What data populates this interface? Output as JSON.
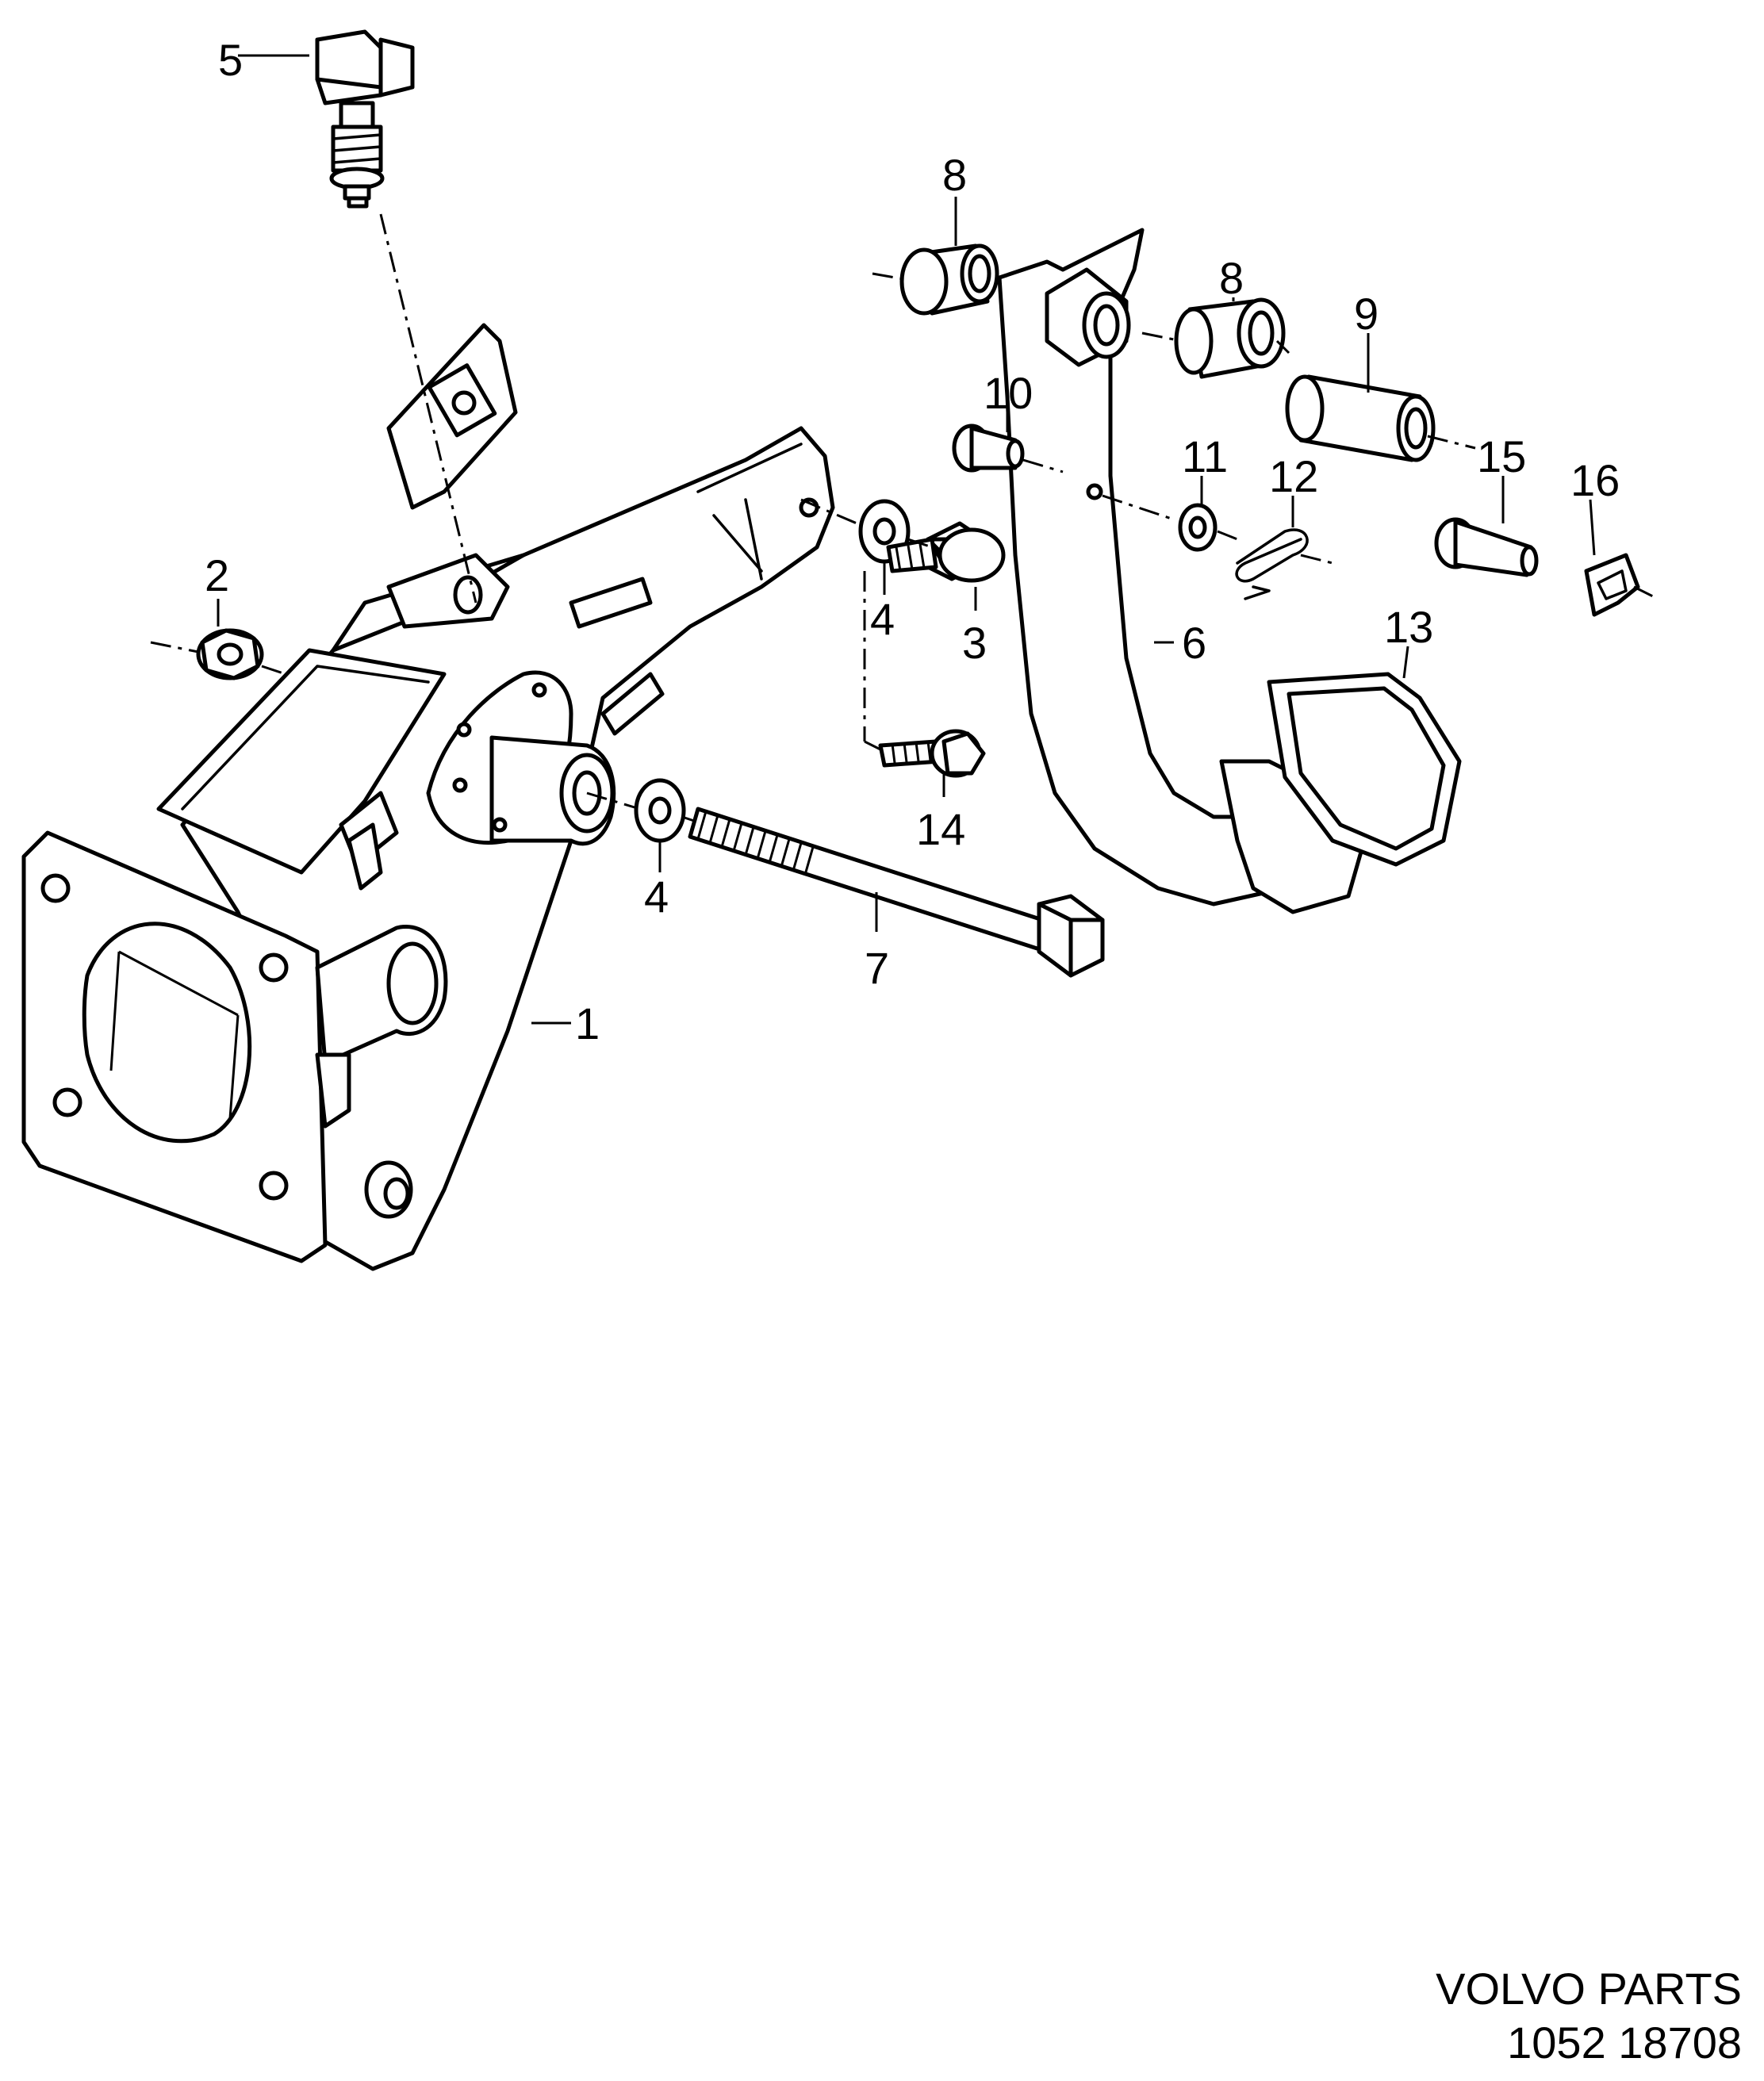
{
  "diagram": {
    "callouts": [
      "1",
      "2",
      "3",
      "4",
      "4",
      "5",
      "6",
      "7",
      "8",
      "8",
      "9",
      "10",
      "11",
      "12",
      "13",
      "14",
      "15",
      "16"
    ]
  },
  "footer": {
    "line1": "VOLVO PARTS",
    "line2": "1052  18708"
  }
}
